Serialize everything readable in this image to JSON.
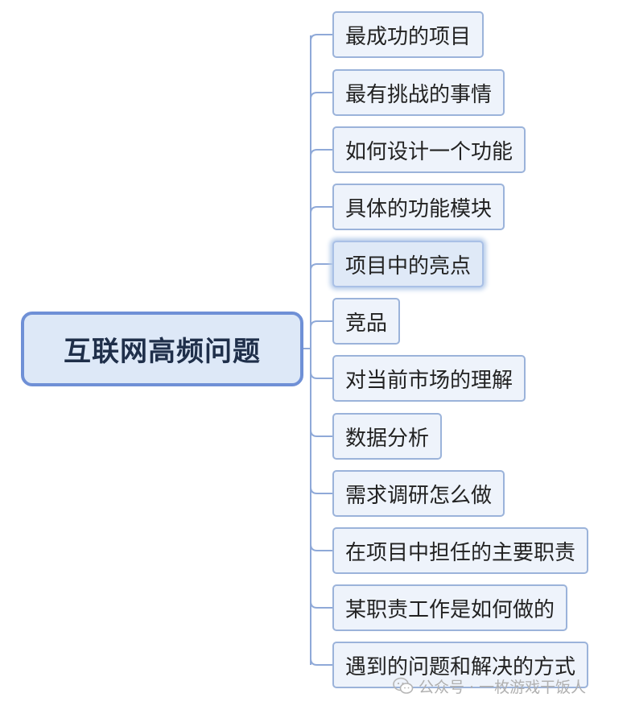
{
  "root": {
    "label": "互联网高频问题"
  },
  "branches": [
    {
      "label": "最成功的项目"
    },
    {
      "label": "最有挑战的事情"
    },
    {
      "label": "如何设计一个功能"
    },
    {
      "label": "具体的功能模块"
    },
    {
      "label": "项目中的亮点",
      "highlighted": true
    },
    {
      "label": "竞品"
    },
    {
      "label": "对当前市场的理解"
    },
    {
      "label": "数据分析"
    },
    {
      "label": "需求调研怎么做"
    },
    {
      "label": "在项目中担任的主要职责"
    },
    {
      "label": "某职责工作是如何做的"
    },
    {
      "label": "遇到的问题和解决的方式"
    }
  ],
  "watermark": {
    "text": "公众号 · 一枚游戏干饭人",
    "icon": "wechat-icon"
  },
  "colors": {
    "connector": "#8fa9d8",
    "node_border": "#9bb3da",
    "root_border": "#6f90d6"
  }
}
